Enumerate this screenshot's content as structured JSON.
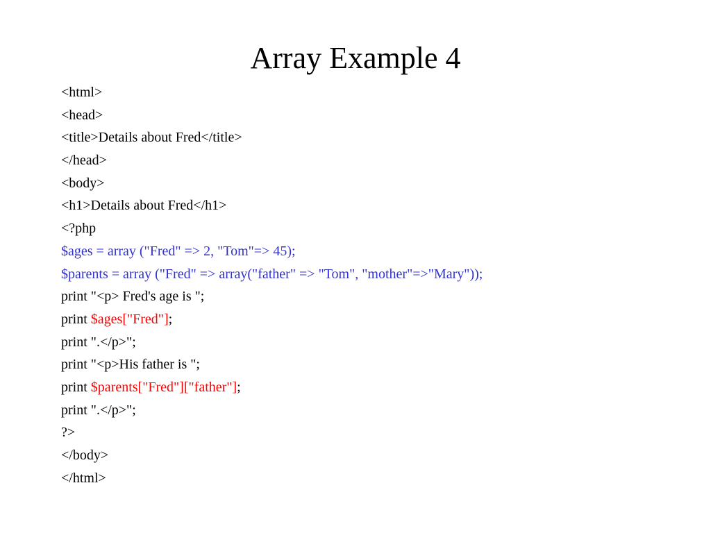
{
  "slide": {
    "title": "Array Example 4",
    "colors": {
      "text": "#000000",
      "php_code": "#3333cc",
      "highlight": "#ff0000"
    },
    "lines": [
      {
        "parts": [
          {
            "text": "<html>",
            "color": "black"
          }
        ]
      },
      {
        "parts": [
          {
            "text": "<head>",
            "color": "black"
          }
        ]
      },
      {
        "parts": [
          {
            "text": "<title>Details about Fred</title>",
            "color": "black"
          }
        ]
      },
      {
        "parts": [
          {
            "text": "</head>",
            "color": "black"
          }
        ]
      },
      {
        "parts": [
          {
            "text": "<body>",
            "color": "black"
          }
        ]
      },
      {
        "parts": [
          {
            "text": "<h1>Details about Fred</h1>",
            "color": "black"
          }
        ]
      },
      {
        "parts": [
          {
            "text": "<?php",
            "color": "black"
          }
        ]
      },
      {
        "parts": [
          {
            "text": "$ages = array (\"Fred\" => 2, \"Tom\"=> 45);",
            "color": "blue"
          }
        ]
      },
      {
        "parts": [
          {
            "text": "$parents = array (\"Fred\" => array(\"father\" => \"Tom\", \"mother\"=>\"Mary\"));",
            "color": "blue"
          }
        ]
      },
      {
        "parts": [
          {
            "text": "print \"<p> Fred's age is \";",
            "color": "black"
          }
        ]
      },
      {
        "parts": [
          {
            "text": "print ",
            "color": "black"
          },
          {
            "text": "$ages[\"Fred\"]",
            "color": "red"
          },
          {
            "text": ";",
            "color": "black"
          }
        ]
      },
      {
        "parts": [
          {
            "text": "print \".</p>\";",
            "color": "black"
          }
        ]
      },
      {
        "parts": [
          {
            "text": "print \"<p>His father is \";",
            "color": "black"
          }
        ]
      },
      {
        "parts": [
          {
            "text": "print ",
            "color": "black"
          },
          {
            "text": "$parents[\"Fred\"][\"father\"]",
            "color": "red"
          },
          {
            "text": ";",
            "color": "black"
          }
        ]
      },
      {
        "parts": [
          {
            "text": "print \".</p>\";",
            "color": "black"
          }
        ]
      },
      {
        "parts": [
          {
            "text": "?>",
            "color": "black"
          }
        ]
      },
      {
        "parts": [
          {
            "text": "</body>",
            "color": "black"
          }
        ]
      },
      {
        "parts": [
          {
            "text": "</html>",
            "color": "black"
          }
        ]
      }
    ]
  }
}
